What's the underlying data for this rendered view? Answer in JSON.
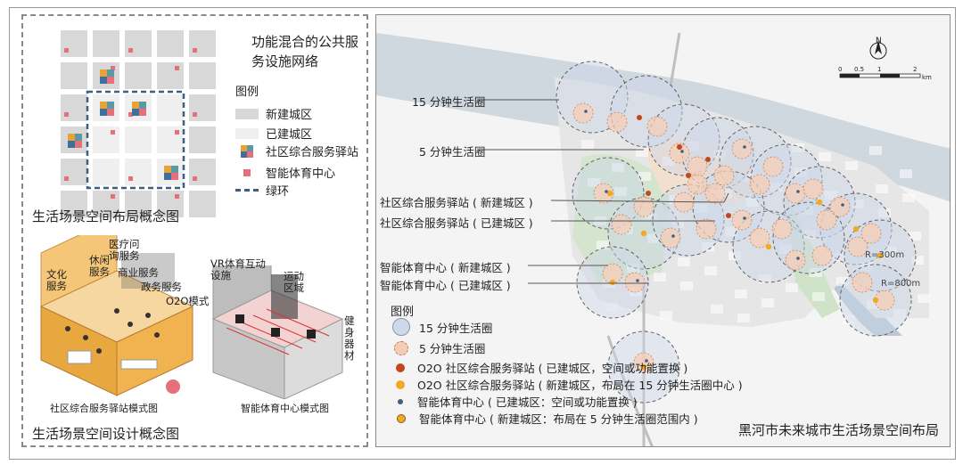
{
  "left_panel": {
    "concept_title": "功能混合的公共服务设施网络",
    "legend_title": "图例",
    "legend_items": [
      {
        "label": "新建城区",
        "color": "#d8d8d8"
      },
      {
        "label": "已建城区",
        "color": "#efefef"
      },
      {
        "label": "社区综合服务驿站",
        "color": "#5b9aa0"
      },
      {
        "label": "智能体育中心",
        "color": "#e3707a"
      },
      {
        "label": "绿环",
        "color": "#3f5f80"
      }
    ],
    "layout_title": "生活场景空间布局概念图",
    "design_title": "生活场景空间设计概念图",
    "station_labels": {
      "culture": "文化服务",
      "leisure": "休闲服务",
      "medical": "医疗问询服务",
      "commerce": "商业服务",
      "government": "政务服务",
      "o2o": "O2O模式"
    },
    "station_caption": "社区综合服务驿站模式图",
    "sports_labels": {
      "vr": "VR体育互动设施",
      "motion": "运动区域",
      "fitness": "健身器材"
    },
    "sports_caption": "智能体育中心模式图"
  },
  "map": {
    "callouts": [
      "15 分钟生活圈",
      "5 分钟生活圈",
      "社区综合服务驿站 ( 新建城区 )",
      "社区综合服务驿站 ( 已建城区 )",
      "智能体育中心 ( 新建城区 )",
      "智能体育中心 ( 已建城区 )"
    ],
    "legend_title": "图例",
    "legend_items": [
      "15 分钟生活圈",
      "5 分钟生活圈",
      "O2O 社区综合服务驿站 ( 已建城区，空间或功能置换 )",
      "O2O 社区综合服务驿站 ( 新建城区，布局在 15 分钟生活圈中心 )",
      "智能体育中心 ( 已建城区：空间或功能置换 )",
      "智能体育中心 ( 新建城区：布局在 5 分钟生活圈范围内 )"
    ],
    "radius_labels": [
      "R=300m",
      "R=800m"
    ],
    "north": "N",
    "scale_labels": [
      "0",
      "0.5",
      "1",
      "2",
      "km"
    ],
    "title": "黑河市未来城市生活场景空间布局"
  }
}
